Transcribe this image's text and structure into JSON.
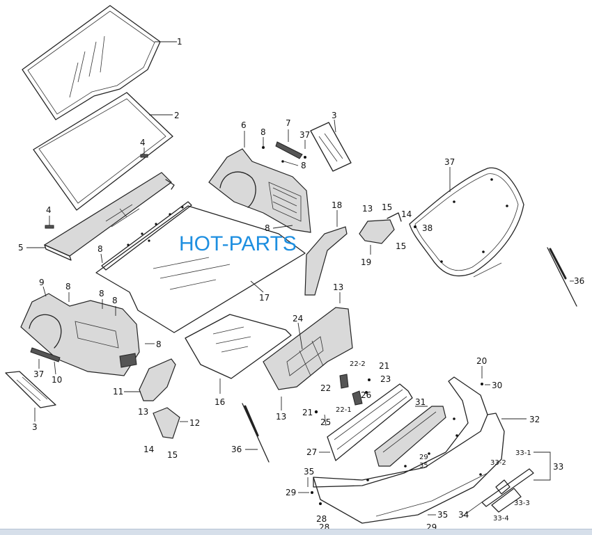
{
  "watermark": {
    "text": "HOT-PARTS",
    "color": "#1e8fe0"
  },
  "callouts": {
    "c1": "1",
    "c2": "2",
    "c3a": "3",
    "c3b": "3",
    "c4a": "4",
    "c4b": "4",
    "c5": "5",
    "c6": "6",
    "c7": "7",
    "c8a": "8",
    "c8b": "8",
    "c8c": "8",
    "c8d": "8",
    "c8e": "8",
    "c8f": "8",
    "c8g": "8",
    "c8h": "8",
    "c9": "9",
    "c10": "10",
    "c11": "11",
    "c12": "12",
    "c13a": "13",
    "c13b": "13",
    "c13c": "13",
    "c13d": "13",
    "c14a": "14",
    "c14b": "14",
    "c15a": "15",
    "c15b": "15",
    "c15c": "15",
    "c16": "16",
    "c17": "17",
    "c18": "18",
    "c19": "19",
    "c20": "20",
    "c21a": "21",
    "c21b": "21",
    "c22": "22",
    "c22_1": "22-1",
    "c22_2": "22-2",
    "c23": "23",
    "c24": "24",
    "c25": "25",
    "c26": "26",
    "c27": "27",
    "c28a": "28",
    "c28b": "28",
    "c29a": "29",
    "c29b": "29",
    "c29c": "29",
    "c30": "30",
    "c31": "31",
    "c32": "32",
    "c33": "33",
    "c33_1": "33-1",
    "c33_2": "33-2",
    "c33_3": "33-3",
    "c33_4": "33-4",
    "c34": "34",
    "c35a": "35",
    "c35b": "35",
    "c35c": "35",
    "c36a": "36",
    "c36b": "36",
    "c37a": "37",
    "c37b": "37",
    "c37c": "37",
    "c38": "38"
  }
}
